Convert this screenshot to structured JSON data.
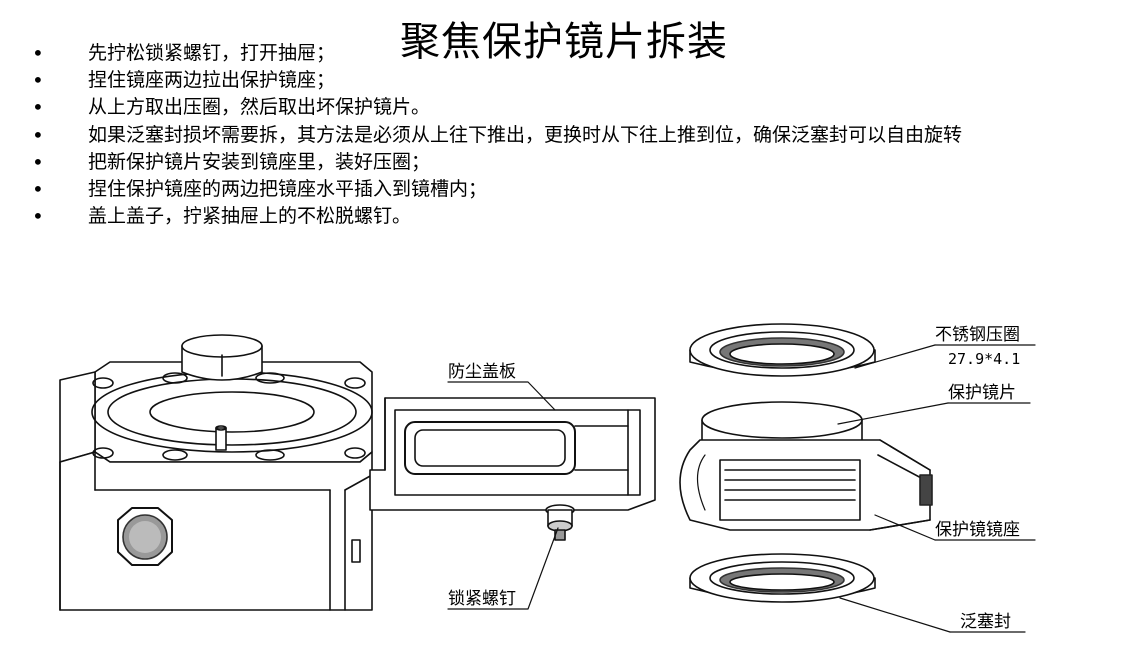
{
  "title": "聚焦保护镜片拆装",
  "steps": [
    "先拧松锁紧螺钉，打开抽屉；",
    "捏住镜座两边拉出保护镜座；",
    "从上方取出压圈，然后取出坏保护镜片。",
    "如果泛塞封损坏需要拆，其方法是必须从上往下推出，更换时从下往上推到位，确保泛塞封可以自由旋转",
    "把新保护镜片安装到镜座里，装好压圈；",
    "捏住保护镜座的两边把镜座水平插入到镜槽内；",
    "盖上盖子，拧紧抽屉上的不松脱螺钉。"
  ],
  "labels": {
    "dust_cover": "防尘盖板",
    "lock_screw": "锁紧螺钉",
    "stainless_ring": "不锈钢压圈",
    "ring_size": "27.9*4.1",
    "protective_lens": "保护镜片",
    "lens_holder": "保护镜镜座",
    "seal": "泛塞封"
  }
}
